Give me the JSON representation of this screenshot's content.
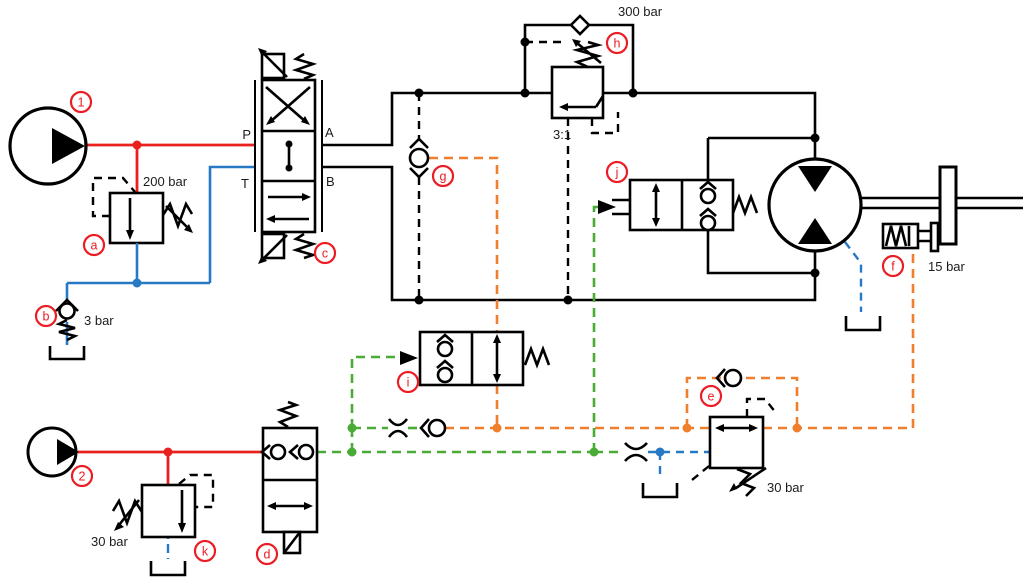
{
  "diagram_type": "hydraulic circuit schematic",
  "colors": {
    "line_red": "#e8201e",
    "line_blue": "#2779c5",
    "line_green": "#4aab36",
    "line_orange": "#f07f2d",
    "line_black": "#000000",
    "label_red": "#ec1c24",
    "background": "#ffffff"
  },
  "markers": {
    "pump1": "1",
    "pump2": "2",
    "valve_a": "a",
    "valve_b": "b",
    "valve_c": "c",
    "valve_d": "d",
    "valve_e": "e",
    "valve_f": "f",
    "valve_g": "g",
    "valve_h": "h",
    "valve_i": "i",
    "valve_j": "j",
    "valve_k": "k"
  },
  "pressure_labels": {
    "relief_a": "200 bar",
    "check_b": "3 bar",
    "counterbalance_h": "300 bar",
    "pilot_ratio_h": "3:1",
    "brake_f": "15 bar",
    "valve_e": "30 bar",
    "relief_k": "30 bar"
  },
  "port_labels": {
    "p": "P",
    "t": "T",
    "a": "A",
    "b": "B"
  }
}
